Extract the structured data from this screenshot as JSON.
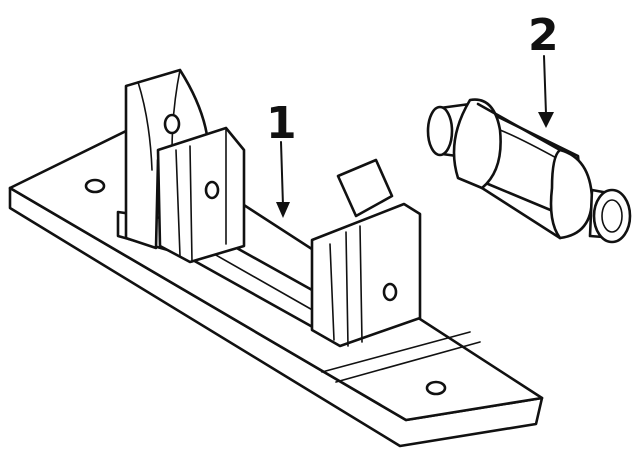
{
  "diagram": {
    "callouts": [
      {
        "number": "1",
        "part": "lamp-housing-bracket"
      },
      {
        "number": "2",
        "part": "bulb"
      }
    ],
    "line_color": "#111111",
    "background": "#ffffff"
  }
}
